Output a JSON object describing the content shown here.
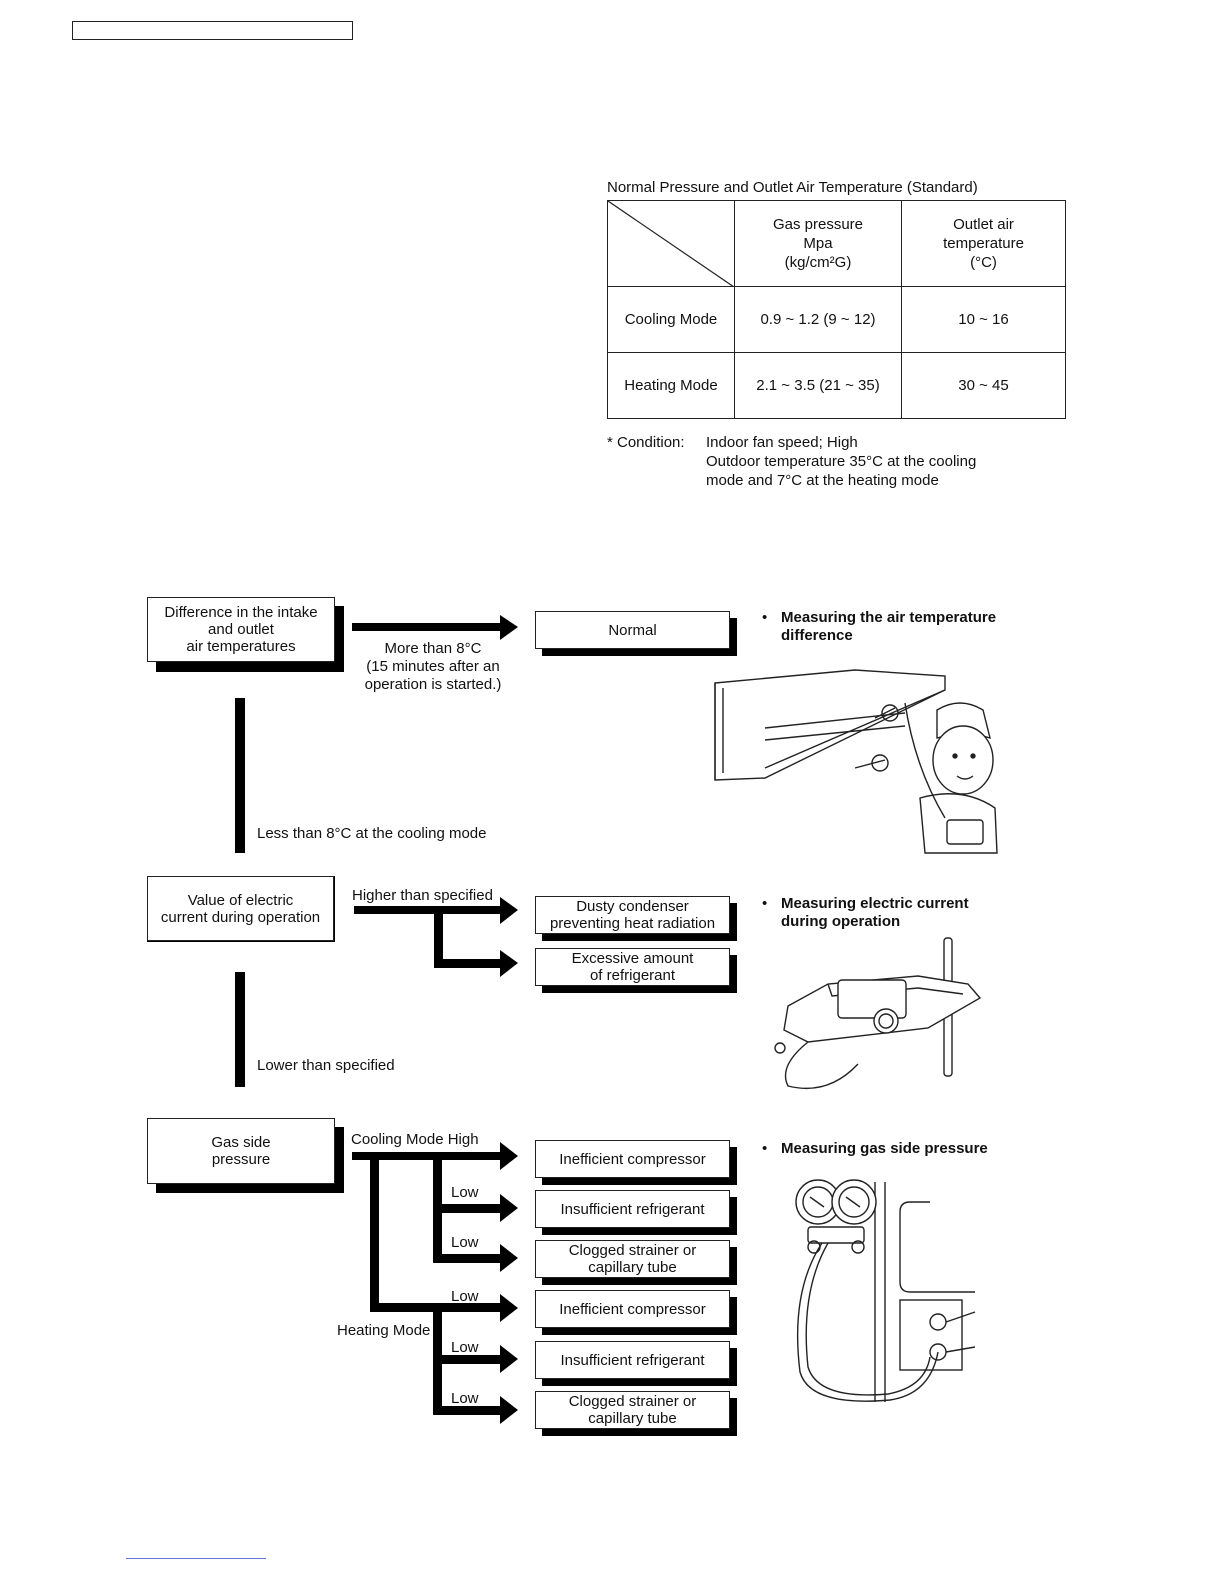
{
  "table": {
    "title": "Normal Pressure and Outlet Air Temperature (Standard)",
    "headers": [
      "",
      "Gas pressure\nMpa\n(kg/cm²G)",
      "Outlet air\ntemperature\n(°C)"
    ],
    "header_gas": [
      "Gas pressure",
      "Mpa",
      "(kg/cm²G)"
    ],
    "header_outlet": [
      "Outlet air",
      "temperature",
      "(°C)"
    ],
    "rows": [
      {
        "label": "Cooling Mode",
        "gas": "0.9 ~ 1.2 (9 ~ 12)",
        "outlet": "10 ~ 16"
      },
      {
        "label": "Heating Mode",
        "gas": "2.1 ~ 3.5 (21 ~ 35)",
        "outlet": "30 ~ 45"
      }
    ]
  },
  "condition": {
    "label": "* Condition:",
    "lines": [
      "Indoor fan speed; High",
      "Outdoor temperature 35°C at the cooling",
      "mode and 7°C at the heating mode"
    ]
  },
  "flow": {
    "step1": {
      "box": [
        "Difference in the intake",
        "and outlet",
        "air temperatures"
      ],
      "yes_label": [
        "More than 8°C",
        "(15 minutes after an",
        "operation is started.)"
      ],
      "result": "Normal",
      "no_label": "Less than 8°C at the cooling mode",
      "note": [
        "Measuring the air temperature",
        "difference"
      ]
    },
    "step2": {
      "box": [
        "Value of electric",
        "current during operation"
      ],
      "yes_label": "Higher than specified",
      "results": [
        [
          "Dusty condenser",
          "preventing heat radiation"
        ],
        [
          "Excessive amount",
          "of refrigerant"
        ]
      ],
      "no_label": "Lower than specified",
      "note": [
        "Measuring electric current",
        "during operation"
      ]
    },
    "step3": {
      "box": [
        "Gas side",
        "pressure"
      ],
      "cooling_label": "Cooling Mode High",
      "heating_label": "Heating Mode",
      "low_label": "Low",
      "results": [
        [
          "Inefficient compressor"
        ],
        [
          "Insufficient refrigerant"
        ],
        [
          "Clogged strainer or",
          "capillary tube"
        ],
        [
          "Inefficient compressor"
        ],
        [
          "Insufficient refrigerant"
        ],
        [
          "Clogged strainer or",
          "capillary tube"
        ]
      ],
      "note": "Measuring gas side pressure"
    }
  }
}
